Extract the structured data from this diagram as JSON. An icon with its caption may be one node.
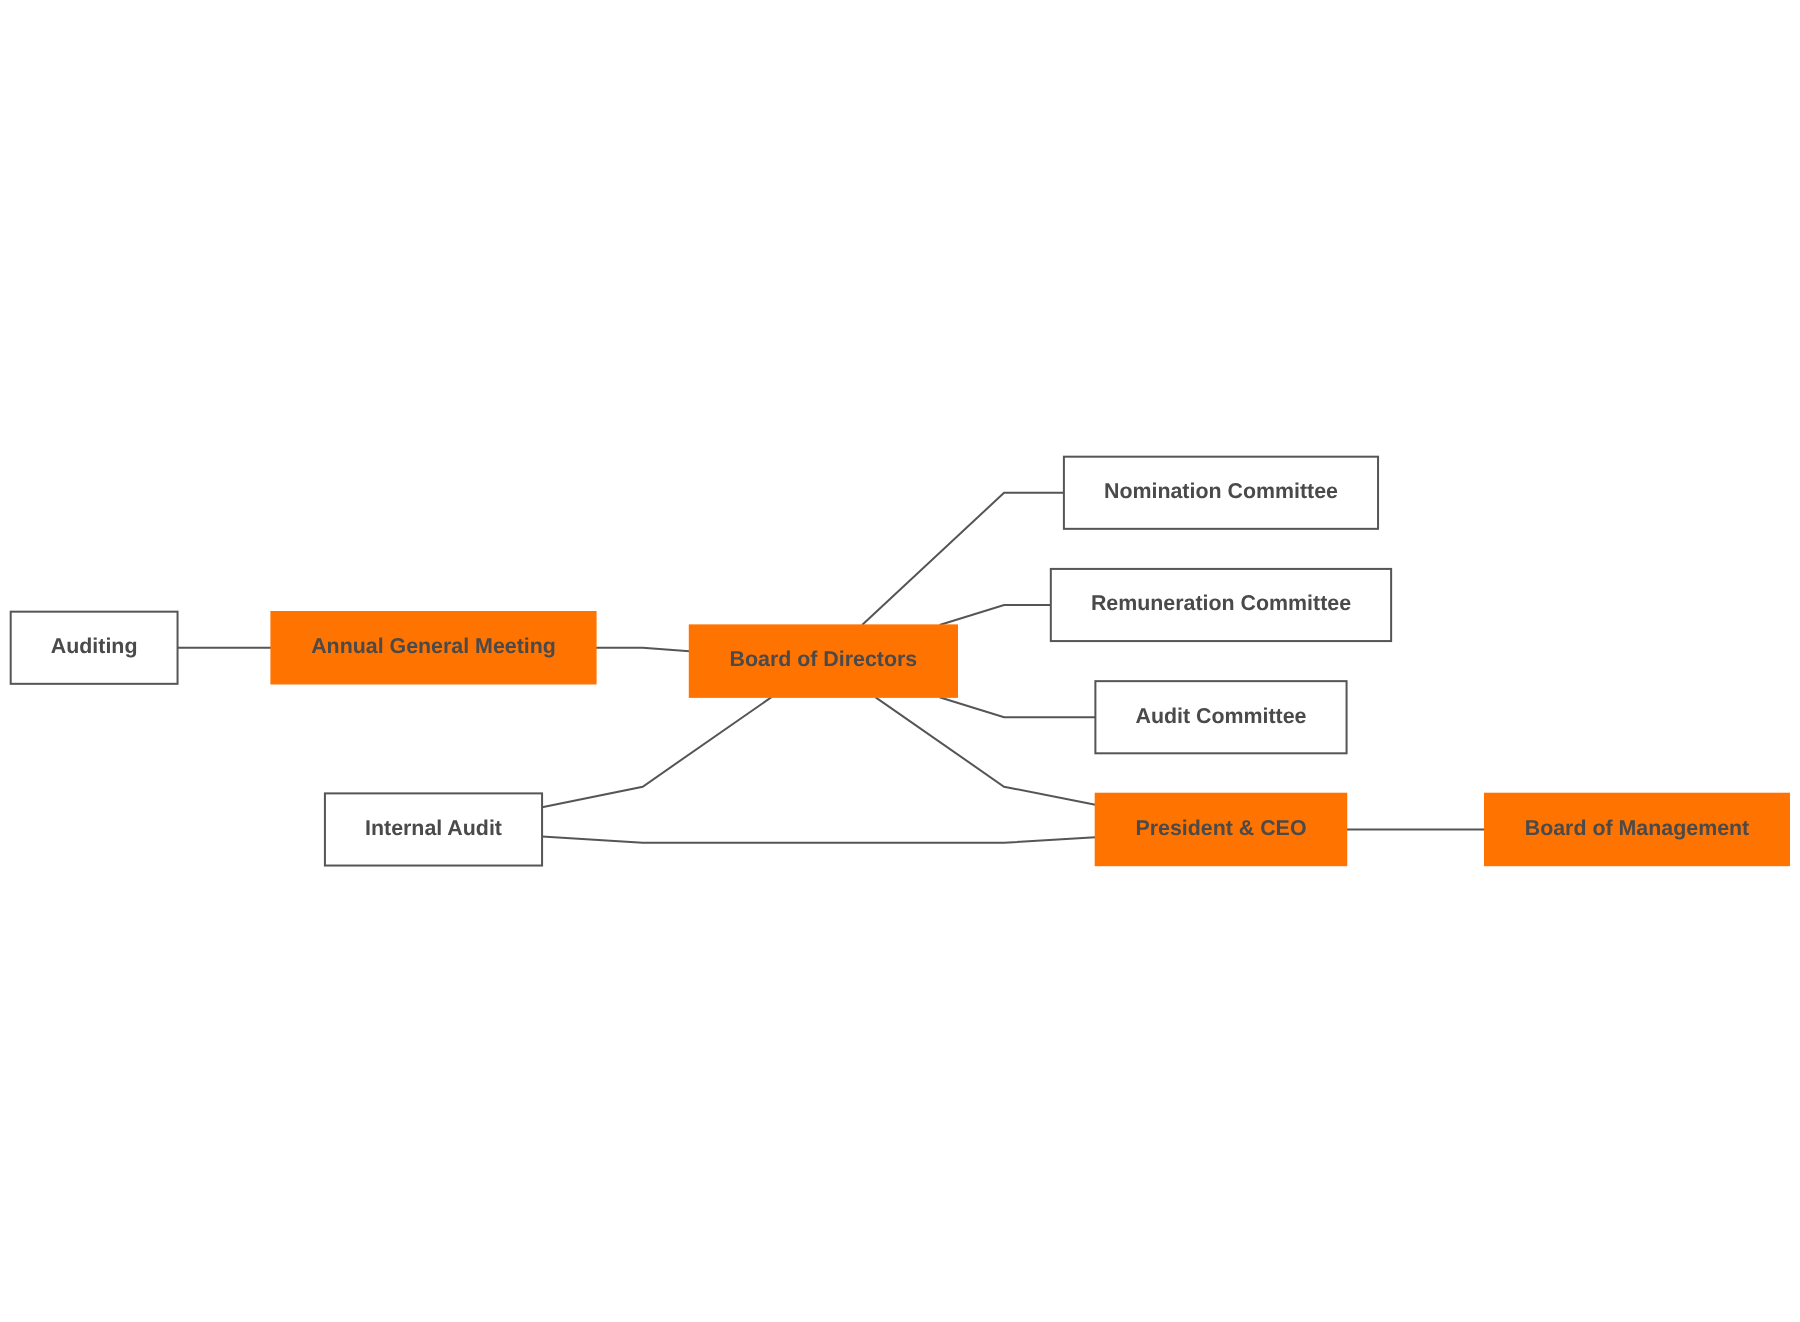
{
  "diagram": {
    "nodes": [
      {
        "text": [
          "Auditing"
        ]
      },
      {
        "text": [
          "Annual General Meeting"
        ]
      },
      {
        "text": [
          "Nomination Committee"
        ]
      },
      {
        "text": [
          "Board of Directors"
        ]
      },
      {
        "text": [
          "Remuneration Committee"
        ]
      },
      {
        "text": [
          "Internal Audit"
        ]
      },
      {
        "text": [
          "Audit Committee"
        ]
      },
      {
        "text": [
          "President & CEO"
        ]
      },
      {
        "text": [
          "Board of Management"
        ]
      }
    ],
    "edges": [
      {
        "from": 0,
        "to": 1,
        "arrow": "none"
      },
      {
        "from": 1,
        "to": 3,
        "arrow": "none"
      },
      {
        "from": 3,
        "to": 2,
        "arrow": "none"
      },
      {
        "from": 3,
        "to": 4,
        "arrow": "none"
      },
      {
        "from": 3,
        "to": 6,
        "arrow": "none"
      },
      {
        "from": 5,
        "to": 3,
        "arrow": "none"
      },
      {
        "from": 5,
        "to": 7,
        "arrow": "none"
      },
      {
        "from": 3,
        "to": 7,
        "arrow": "none"
      },
      {
        "from": 7,
        "to": 8,
        "arrow": "none"
      }
    ]
  }
}
